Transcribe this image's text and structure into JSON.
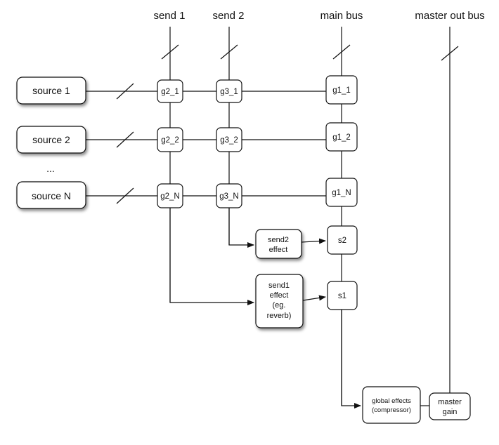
{
  "buses": {
    "send1": "send 1",
    "send2": "send 2",
    "main": "main bus",
    "master_out": "master out bus"
  },
  "sources": [
    "source 1",
    "source 2",
    "source N"
  ],
  "ellipsis": "...",
  "send1_nodes": [
    "g2_1",
    "g2_2",
    "g2_N"
  ],
  "send2_nodes": [
    "g3_1",
    "g3_2",
    "g3_N"
  ],
  "main_nodes": [
    "g1_1",
    "g1_2",
    "g1_N"
  ],
  "send2_effect": [
    "send2",
    "effect"
  ],
  "send1_effect": [
    "send1",
    "effect",
    "(eg.",
    "reverb)"
  ],
  "s2": "s2",
  "s1": "s1",
  "global_effects": [
    "global effects",
    "(compressor)"
  ],
  "master_gain": [
    "master",
    "gain"
  ]
}
